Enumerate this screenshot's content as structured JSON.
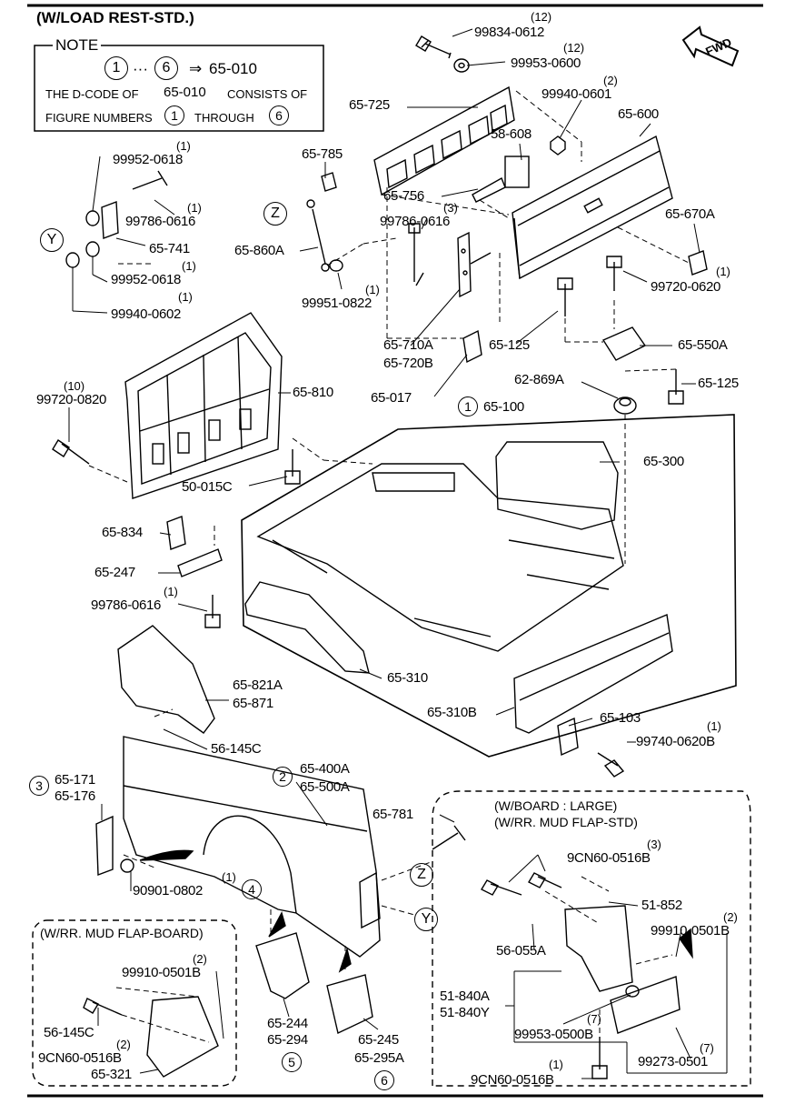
{
  "header": {
    "title": "(W/LOAD REST-STD.)",
    "fwd": "FWD"
  },
  "note": {
    "title": "NOTE",
    "from": "1",
    "dots": "···",
    "to": "6",
    "arrow": "⇒",
    "code": "65-010",
    "line2a": "THE D-CODE OF",
    "line2b": "65-010",
    "line2c": "CONSISTS OF",
    "line3a": "FIGURE NUMBERS",
    "line3b": "1",
    "line3c": "THROUGH",
    "line3d": "6"
  },
  "boxes": {
    "board_large_1": "(W/BOARD : LARGE)",
    "board_large_2": "(W/RR. MUD FLAP-STD)",
    "mud_flap_board": "(W/RR. MUD FLAP-BOARD)"
  },
  "markers": {
    "z": "Z",
    "y": "Y",
    "m1": "1",
    "m2": "2",
    "m3": "3",
    "m4": "4",
    "m5": "5",
    "m6": "6"
  },
  "parts": {
    "p99834": "99834-0612",
    "p99953a": "99953-0600",
    "p65725": "65-725",
    "p99940a": "99940-0601",
    "p65600": "65-600",
    "p58608": "58-608",
    "p65785": "65-785",
    "p99952a": "99952-0618",
    "p65756": "65-756",
    "p99786a": "99786-0616",
    "p65741": "65-741",
    "p99786b": "99786-0616",
    "p65670a": "65-670A",
    "p65860a": "65-860A",
    "p99952b": "99952-0618",
    "p99720a": "99720-0620",
    "p99940b": "99940-0602",
    "p99951": "99951-0822",
    "p65710a": "65-710A",
    "p65720b": "65-720B",
    "p65125a": "65-125",
    "p65550a": "65-550A",
    "p62869a": "62-869A",
    "p65125b": "65-125",
    "p99720b": "99720-0820",
    "p65810": "65-810",
    "p65017": "65-017",
    "p65100": "65-100",
    "p65300": "65-300",
    "p50015c": "50-015C",
    "p65834": "65-834",
    "p65247": "65-247",
    "p99786c": "99786-0616",
    "p65310": "65-310",
    "p65821a": "65-821A",
    "p65871": "65-871",
    "p65310b": "65-310B",
    "p65103": "65-103",
    "p99740": "99740-0620B",
    "p56145c": "56-145C",
    "p65171": "65-171",
    "p65176": "65-176",
    "p65400a": "65-400A",
    "p65500a": "65-500A",
    "p65781": "65-781",
    "p90901": "90901-0802",
    "p9cn60a": "9CN60-0516B",
    "p51852": "51-852",
    "p99910a": "99910-0501B",
    "p56055a": "56-055A",
    "p51840a": "51-840A",
    "p51840y": "51-840Y",
    "p99953b": "99953-0500B",
    "p99273": "99273-0501",
    "p9cn60b": "9CN60-0516B",
    "p99910b": "99910-0501B",
    "p56145c2": "56-145C",
    "p9cn60c": "9CN60-0516B",
    "p65321": "65-321",
    "p65244": "65-244",
    "p65294": "65-294",
    "p65245": "65-245",
    "p65295a": "65-295A"
  },
  "qty": {
    "q12a": "(12)",
    "q12b": "(12)",
    "q2a": "(2)",
    "q1a": "(1)",
    "q1b": "(1)",
    "q3a": "(3)",
    "q1c": "(1)",
    "q1d": "(1)",
    "q1e": "(1)",
    "q1f": "(1)",
    "q10": "(10)",
    "q1g": "(1)",
    "q1h": "(1)",
    "q1i": "(1)",
    "q3b": "(3)",
    "q2b": "(2)",
    "q7a": "(7)",
    "q7b": "(7)",
    "q1j": "(1)",
    "q2c": "(2)",
    "q2d": "(2)"
  }
}
